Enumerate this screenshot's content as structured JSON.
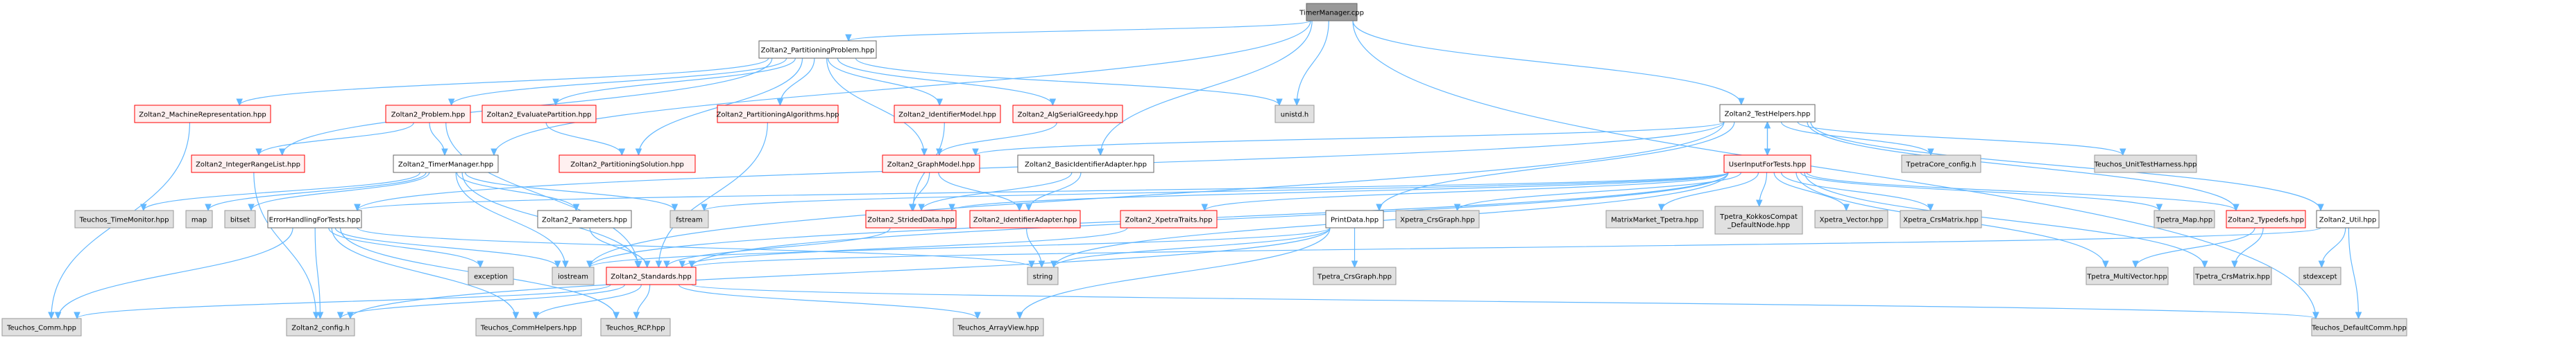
{
  "title": "TimerManager.cpp include dependency graph",
  "colors": {
    "edge": "#63b8ff",
    "root_fill": "#999999",
    "documented_fill": "#ffffff",
    "incomplete_fill": "#fff0f0",
    "incomplete_border": "#ff0000",
    "external_fill": "#e0e0e0"
  },
  "nodes": [
    {
      "id": "root",
      "label": "TimerManager.cpp",
      "kind": "root"
    },
    {
      "id": "partprob",
      "label": "Zoltan2_PartitioningProblem.hpp",
      "kind": "doc"
    },
    {
      "id": "unistd",
      "label": "unistd.h",
      "kind": "ext"
    },
    {
      "id": "machrep",
      "label": "Zoltan2_MachineRepresentation.hpp",
      "kind": "red"
    },
    {
      "id": "problem",
      "label": "Zoltan2_Problem.hpp",
      "kind": "red"
    },
    {
      "id": "evalpart",
      "label": "Zoltan2_EvaluatePartition.hpp",
      "kind": "red"
    },
    {
      "id": "partalgs",
      "label": "Zoltan2_PartitioningAlgorithms.hpp",
      "kind": "red"
    },
    {
      "id": "idmodel",
      "label": "Zoltan2_IdentifierModel.hpp",
      "kind": "red"
    },
    {
      "id": "alggreedy",
      "label": "Zoltan2_AlgSerialGreedy.hpp",
      "kind": "red"
    },
    {
      "id": "intrange",
      "label": "Zoltan2_IntegerRangeList.hpp",
      "kind": "red"
    },
    {
      "id": "timermgr",
      "label": "Zoltan2_TimerManager.hpp",
      "kind": "doc"
    },
    {
      "id": "partsol",
      "label": "Zoltan2_PartitioningSolution.hpp",
      "kind": "red"
    },
    {
      "id": "graphmodel",
      "label": "Zoltan2_GraphModel.hpp",
      "kind": "red"
    },
    {
      "id": "basicid",
      "label": "Zoltan2_BasicIdentifierAdapter.hpp",
      "kind": "doc"
    },
    {
      "id": "testhelpers",
      "label": "Zoltan2_TestHelpers.hpp",
      "kind": "doc"
    },
    {
      "id": "userinput",
      "label": "UserInputForTests.hpp",
      "kind": "red"
    },
    {
      "id": "tpetracore",
      "label": "TpetraCore_config.h",
      "kind": "ext"
    },
    {
      "id": "unittest",
      "label": "Teuchos_UnitTestHarness.hpp",
      "kind": "ext"
    },
    {
      "id": "timemonitor",
      "label": "Teuchos_TimeMonitor.hpp",
      "kind": "ext"
    },
    {
      "id": "map",
      "label": "map",
      "kind": "ext"
    },
    {
      "id": "bitset",
      "label": "bitset",
      "kind": "ext"
    },
    {
      "id": "errhandling",
      "label": "ErrorHandlingForTests.hpp",
      "kind": "doc"
    },
    {
      "id": "params",
      "label": "Zoltan2_Parameters.hpp",
      "kind": "doc"
    },
    {
      "id": "fstream",
      "label": "fstream",
      "kind": "ext"
    },
    {
      "id": "strided",
      "label": "Zoltan2_StridedData.hpp",
      "kind": "red"
    },
    {
      "id": "idadapter",
      "label": "Zoltan2_IdentifierAdapter.hpp",
      "kind": "red"
    },
    {
      "id": "xpetratraits",
      "label": "Zoltan2_XpetraTraits.hpp",
      "kind": "red"
    },
    {
      "id": "printdata",
      "label": "PrintData.hpp",
      "kind": "doc"
    },
    {
      "id": "xcrsgraph",
      "label": "Xpetra_CrsGraph.hpp",
      "kind": "ext"
    },
    {
      "id": "mmtpetra",
      "label": "MatrixMarket_Tpetra.hpp",
      "kind": "ext"
    },
    {
      "id": "kokkos",
      "label": "Tpetra_KokkosCompat\n_DefaultNode.hpp",
      "kind": "ext"
    },
    {
      "id": "xvector",
      "label": "Xpetra_Vector.hpp",
      "kind": "ext"
    },
    {
      "id": "xcrsmatrix",
      "label": "Xpetra_CrsMatrix.hpp",
      "kind": "ext"
    },
    {
      "id": "tmap",
      "label": "Tpetra_Map.hpp",
      "kind": "ext"
    },
    {
      "id": "typedefs",
      "label": "Zoltan2_Typedefs.hpp",
      "kind": "red"
    },
    {
      "id": "util",
      "label": "Zoltan2_Util.hpp",
      "kind": "doc"
    },
    {
      "id": "exception",
      "label": "exception",
      "kind": "ext"
    },
    {
      "id": "iostream",
      "label": "iostream",
      "kind": "ext"
    },
    {
      "id": "standards",
      "label": "Zoltan2_Standards.hpp",
      "kind": "red"
    },
    {
      "id": "string",
      "label": "string",
      "kind": "ext"
    },
    {
      "id": "tcrsgraph",
      "label": "Tpetra_CrsGraph.hpp",
      "kind": "ext"
    },
    {
      "id": "tmultivector",
      "label": "Tpetra_MultiVector.hpp",
      "kind": "ext"
    },
    {
      "id": "tcrsmatrix",
      "label": "Tpetra_CrsMatrix.hpp",
      "kind": "ext"
    },
    {
      "id": "stdexcept",
      "label": "stdexcept",
      "kind": "ext"
    },
    {
      "id": "teuchoscomm",
      "label": "Teuchos_Comm.hpp",
      "kind": "ext"
    },
    {
      "id": "config",
      "label": "Zoltan2_config.h",
      "kind": "ext"
    },
    {
      "id": "commhelpers",
      "label": "Teuchos_CommHelpers.hpp",
      "kind": "ext"
    },
    {
      "id": "rcp",
      "label": "Teuchos_RCP.hpp",
      "kind": "ext"
    },
    {
      "id": "arrayview",
      "label": "Teuchos_ArrayView.hpp",
      "kind": "ext"
    },
    {
      "id": "defaultcomm",
      "label": "Teuchos_DefaultComm.hpp",
      "kind": "ext"
    }
  ],
  "edges": [
    [
      "root",
      "partprob"
    ],
    [
      "root",
      "unistd"
    ],
    [
      "root",
      "timermgr"
    ],
    [
      "root",
      "basicid"
    ],
    [
      "root",
      "testhelpers"
    ],
    [
      "root",
      "defaultcomm"
    ],
    [
      "partprob",
      "machrep"
    ],
    [
      "partprob",
      "problem"
    ],
    [
      "partprob",
      "evalpart"
    ],
    [
      "partprob",
      "partalgs"
    ],
    [
      "partprob",
      "idmodel"
    ],
    [
      "partprob",
      "alggreedy"
    ],
    [
      "partprob",
      "intrange"
    ],
    [
      "partprob",
      "partsol"
    ],
    [
      "partprob",
      "graphmodel"
    ],
    [
      "partprob",
      "unistd"
    ],
    [
      "machrep",
      "teuchoscomm"
    ],
    [
      "problem",
      "intrange"
    ],
    [
      "problem",
      "timermgr"
    ],
    [
      "problem",
      "standards"
    ],
    [
      "evalpart",
      "partsol"
    ],
    [
      "partalgs",
      "standards"
    ],
    [
      "idmodel",
      "strided"
    ],
    [
      "alggreedy",
      "graphmodel"
    ],
    [
      "intrange",
      "config"
    ],
    [
      "timermgr",
      "timemonitor"
    ],
    [
      "timermgr",
      "map"
    ],
    [
      "timermgr",
      "bitset"
    ],
    [
      "timermgr",
      "params"
    ],
    [
      "timermgr",
      "fstream"
    ],
    [
      "timermgr",
      "iostream"
    ],
    [
      "timermgr",
      "standards"
    ],
    [
      "graphmodel",
      "strided"
    ],
    [
      "graphmodel",
      "idadapter"
    ],
    [
      "basicid",
      "idadapter"
    ],
    [
      "basicid",
      "strided"
    ],
    [
      "testhelpers",
      "userinput"
    ],
    [
      "testhelpers",
      "tpetracore"
    ],
    [
      "testhelpers",
      "unittest"
    ],
    [
      "testhelpers",
      "graphmodel"
    ],
    [
      "testhelpers",
      "errhandling"
    ],
    [
      "testhelpers",
      "printdata"
    ],
    [
      "testhelpers",
      "iostream"
    ],
    [
      "testhelpers",
      "util"
    ],
    [
      "testhelpers",
      "typedefs"
    ],
    [
      "userinput",
      "testhelpers"
    ],
    [
      "userinput",
      "errhandling"
    ],
    [
      "userinput",
      "fstream"
    ],
    [
      "userinput",
      "strided"
    ],
    [
      "userinput",
      "xpetratraits"
    ],
    [
      "userinput",
      "xcrsgraph"
    ],
    [
      "userinput",
      "mmtpetra"
    ],
    [
      "userinput",
      "kokkos"
    ],
    [
      "userinput",
      "xvector"
    ],
    [
      "userinput",
      "xcrsmatrix"
    ],
    [
      "userinput",
      "tmap"
    ],
    [
      "userinput",
      "typedefs"
    ],
    [
      "userinput",
      "tmultivector"
    ],
    [
      "userinput",
      "tcrsmatrix"
    ],
    [
      "userinput",
      "string"
    ],
    [
      "userinput",
      "iostream"
    ],
    [
      "userinput",
      "standards"
    ],
    [
      "params",
      "standards"
    ],
    [
      "errhandling",
      "teuchoscomm"
    ],
    [
      "errhandling",
      "config"
    ],
    [
      "errhandling",
      "commhelpers"
    ],
    [
      "errhandling",
      "rcp"
    ],
    [
      "errhandling",
      "exception"
    ],
    [
      "errhandling",
      "iostream"
    ],
    [
      "errhandling",
      "string"
    ],
    [
      "strided",
      "standards"
    ],
    [
      "idadapter",
      "string"
    ],
    [
      "xpetratraits",
      "standards"
    ],
    [
      "printdata",
      "tcrsgraph"
    ],
    [
      "printdata",
      "string"
    ],
    [
      "printdata",
      "iostream"
    ],
    [
      "printdata",
      "arrayview"
    ],
    [
      "printdata",
      "config"
    ],
    [
      "typedefs",
      "tmultivector"
    ],
    [
      "typedefs",
      "tcrsmatrix"
    ],
    [
      "util",
      "stdexcept"
    ],
    [
      "util",
      "defaultcomm"
    ],
    [
      "util",
      "standards"
    ],
    [
      "standards",
      "teuchoscomm"
    ],
    [
      "standards",
      "config"
    ],
    [
      "standards",
      "commhelpers"
    ],
    [
      "standards",
      "rcp"
    ],
    [
      "standards",
      "arrayview"
    ],
    [
      "standards",
      "defaultcomm"
    ]
  ]
}
